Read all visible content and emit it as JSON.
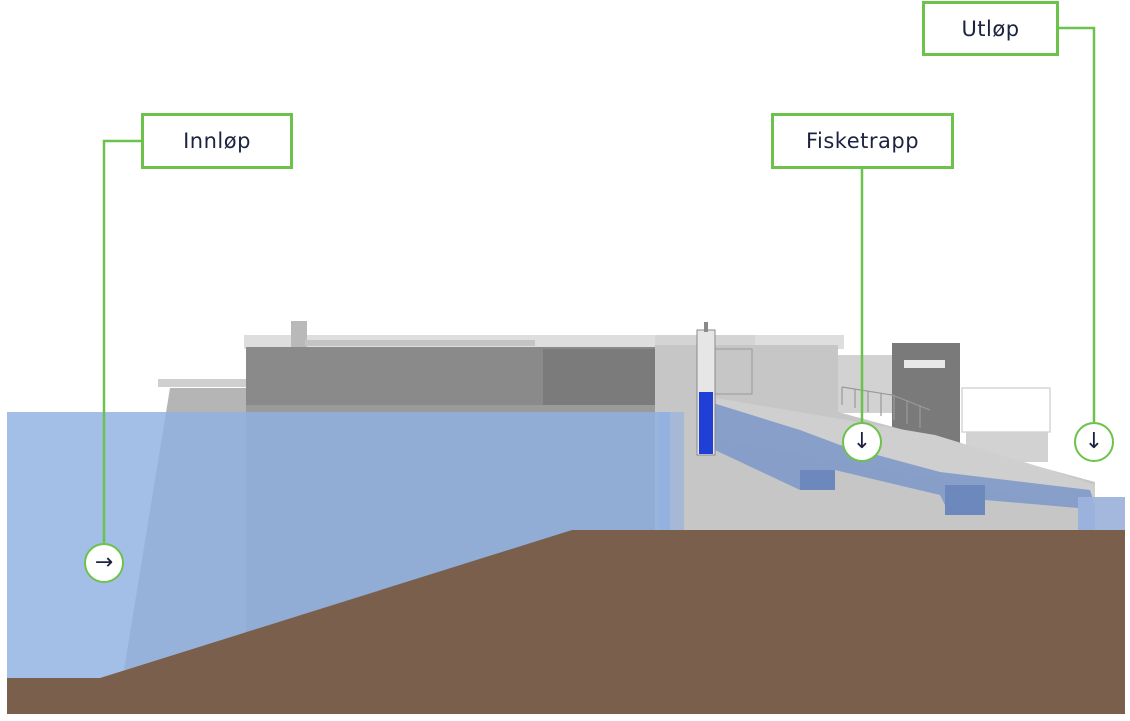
{
  "labels": {
    "inlet": "Innløp",
    "fish_ladder": "Fisketrapp",
    "outlet": "Utløp"
  },
  "icons": {
    "inlet": "arrow-right-icon",
    "fish_ladder": "arrow-down-icon",
    "outlet": "arrow-down-icon"
  },
  "colors": {
    "accent": "#6cc24a",
    "water": "#8fb0e2",
    "ground": "#7b5f4d",
    "concrete": "#a9a9a9",
    "text": "#1c2340",
    "fish_ladder_water": "#1f3fd6"
  }
}
